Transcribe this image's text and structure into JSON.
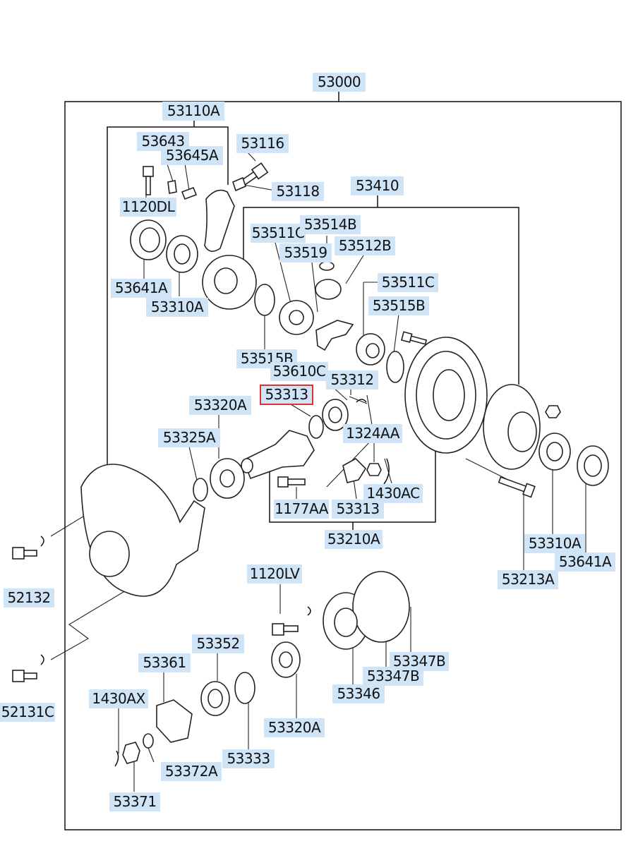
{
  "labels": {
    "p53000": "53000",
    "p53110A": "53110A",
    "p53643": "53643",
    "p53645A": "53645A",
    "p53116": "53116",
    "p53118": "53118",
    "p1120DL": "1120DL",
    "p53410": "53410",
    "p53511C_a": "53511C",
    "p53514B": "53514B",
    "p53519": "53519",
    "p53512B": "53512B",
    "p53641A_a": "53641A",
    "p53310A_a": "53310A",
    "p53511C_b": "53511C",
    "p53515B_b": "53515B",
    "p53515B_a": "53515B",
    "p53610C": "53610C",
    "p53313_a": "53313",
    "p53312": "53312",
    "p53320A_a": "53320A",
    "p53325A": "53325A",
    "p1324AA": "1324AA",
    "p1177AA": "1177AA",
    "p53313_b": "53313",
    "p1430AC": "1430AC",
    "p53210A": "53210A",
    "p53310A_b": "53310A",
    "p53641A_b": "53641A",
    "p53213A": "53213A",
    "p52132": "52132",
    "p1120LV": "1120LV",
    "p53347B_a": "53347B",
    "p53347B_b": "53347B",
    "p53346": "53346",
    "p53352": "53352",
    "p53361": "53361",
    "p52131C": "52131C",
    "p1430AX": "1430AX",
    "p53320A_b": "53320A",
    "p53333": "53333",
    "p53372A": "53372A",
    "p53371": "53371"
  },
  "highlight": {
    "part": "53313",
    "color": "#e03030"
  },
  "colors": {
    "label_bg": "#cfe5f7",
    "line": "#111111"
  }
}
